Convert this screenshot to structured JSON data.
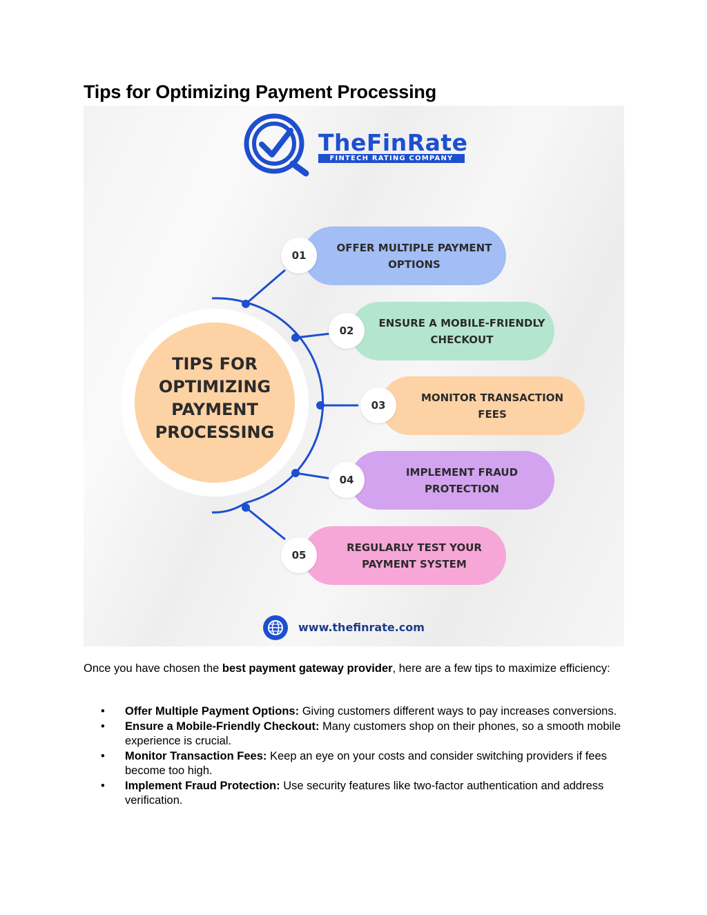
{
  "title": "Tips for Optimizing Payment Processing",
  "infographic": {
    "logo": {
      "name": "TheFinRate",
      "tagline": "FINTECH RATING COMPANY",
      "brand_color": "#1d4fcf"
    },
    "center_label": "TIPS FOR\nOPTIMIZING\nPAYMENT\nPROCESSING",
    "center_color": "#fdd2a4",
    "steps": [
      {
        "number": "01",
        "label": "OFFER MULTIPLE PAYMENT\nOPTIONS",
        "color": "#a3bdf5"
      },
      {
        "number": "02",
        "label": "ENSURE A MOBILE-FRIENDLY\nCHECKOUT",
        "color": "#b4e6cf"
      },
      {
        "number": "03",
        "label": "MONITOR TRANSACTION\nFEES",
        "color": "#fdd2a4"
      },
      {
        "number": "04",
        "label": "IMPLEMENT FRAUD\nPROTECTION",
        "color": "#d3a3f0"
      },
      {
        "number": "05",
        "label": "REGULARLY TEST YOUR\nPAYMENT SYSTEM",
        "color": "#f7a6d8"
      }
    ],
    "website": "www.thefinrate.com"
  },
  "intro": {
    "before": "Once you have chosen the ",
    "bold": "best payment gateway provider",
    "after": ", here are a few tips to maximize efficiency:"
  },
  "tips": [
    {
      "bold": "Offer Multiple Payment Options:",
      "text": " Giving customers different ways to pay increases conversions."
    },
    {
      "bold": "Ensure a Mobile-Friendly Checkout:",
      "text": " Many customers shop on their phones, so a smooth mobile experience is crucial."
    },
    {
      "bold": "Monitor Transaction Fees:",
      "text": " Keep an eye on your costs and consider switching providers if fees become too high."
    },
    {
      "bold": "Implement Fraud Protection:",
      "text": " Use security features like two-factor authentication and address verification."
    }
  ]
}
